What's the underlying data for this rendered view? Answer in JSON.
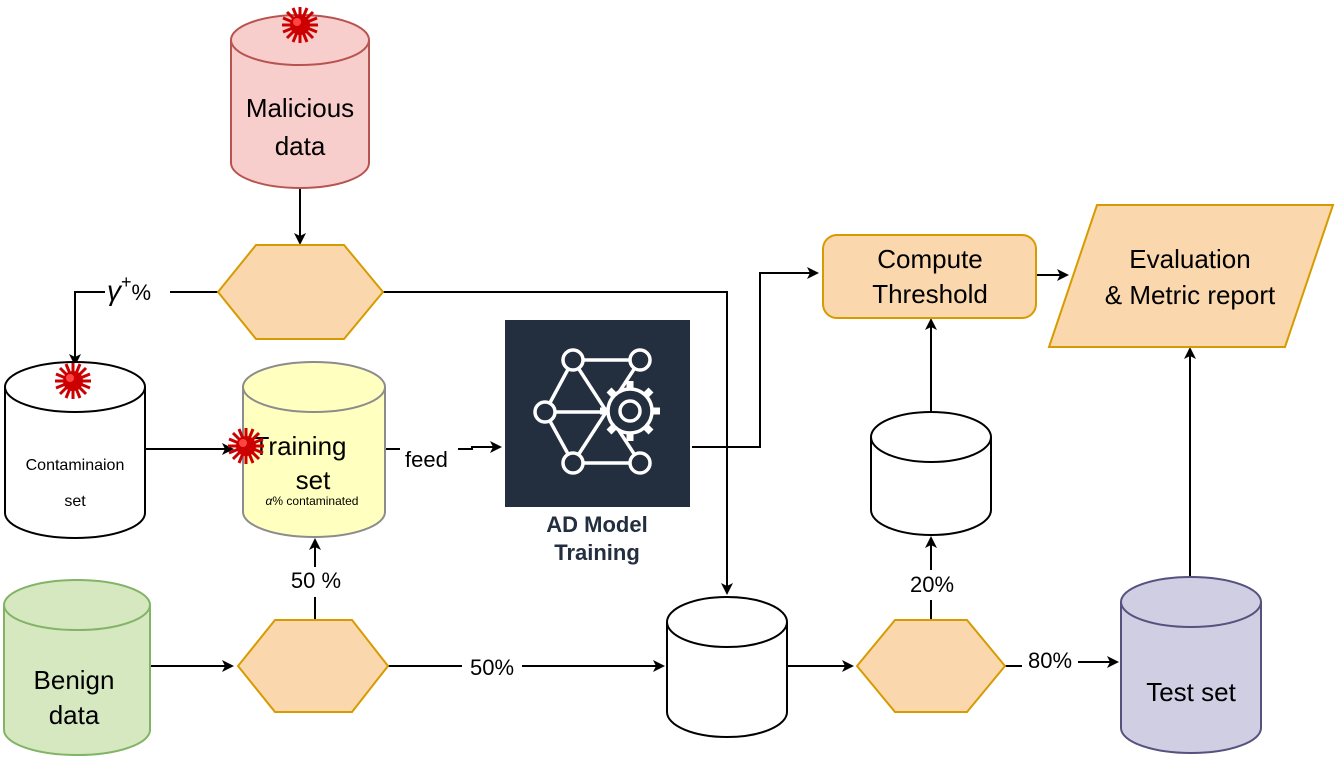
{
  "nodes": {
    "malicious": {
      "line1": "Malicious",
      "line2": "data"
    },
    "contamination": {
      "line1": "Contaminaion",
      "line2": "set"
    },
    "training": {
      "line1": "Training",
      "line2": "set",
      "note_prefix": "α",
      "note_rest": "% contaminated"
    },
    "benign": {
      "line1": "Benign",
      "line2": "data"
    },
    "ad_model": {
      "line1": "AD Model",
      "line2": "Training"
    },
    "threshold": {
      "line1": "Compute",
      "line2": "Threshold"
    },
    "evaluation": {
      "line1": "Evaluation",
      "line2": "& Metric report"
    },
    "test": {
      "label": "Test set"
    }
  },
  "edges": {
    "gamma_prefix": "γ",
    "gamma_sup": "+",
    "gamma_suffix": "%",
    "feed": "feed",
    "fifty_pct_space": "50 %",
    "fifty_pct": "50%",
    "twenty_pct": "20%",
    "eighty_pct": "80%"
  },
  "colors": {
    "malicious_fill": "#f8cecc",
    "training_fill": "#ffffc0",
    "benign_fill": "#d5e8c0",
    "orange_fill": "#fad7ac",
    "orange_stroke": "#d79b00",
    "test_fill": "#d0cee2",
    "test_stroke": "#56517e",
    "model_bg": "#232f3e",
    "virus_red": "#cc0000"
  }
}
